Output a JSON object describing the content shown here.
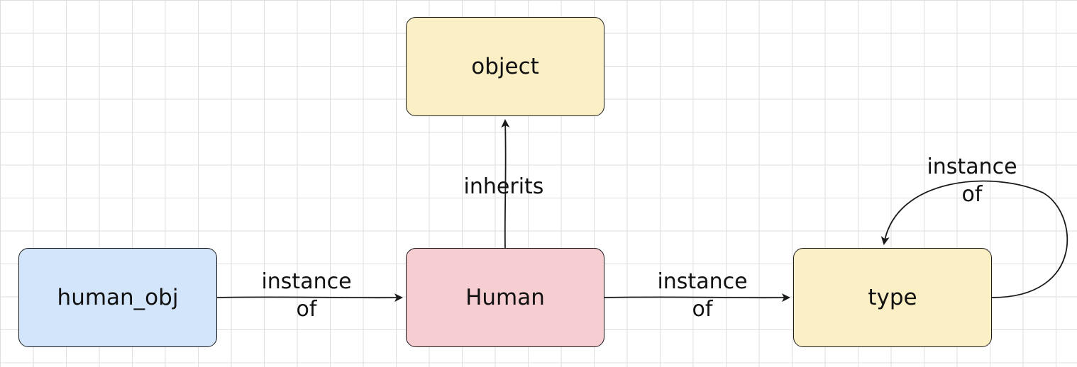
{
  "colors": {
    "object_fill": "#fbefc5",
    "human_obj_fill": "#d3e5fb",
    "human_fill": "#f6cdd1",
    "type_fill": "#fbefc5",
    "stroke": "#1a1a1a",
    "grid": "#dedede"
  },
  "nodes": {
    "object": "object",
    "human_obj": "human_obj",
    "human": "Human",
    "type": "type"
  },
  "edges": {
    "human_to_object": {
      "label": "inherits"
    },
    "human_obj_to_human": {
      "label_line1": "instance",
      "label_line2": "of"
    },
    "human_to_type": {
      "label_line1": "instance",
      "label_line2": "of"
    },
    "type_to_type": {
      "label_line1": "instance",
      "label_line2": "of"
    }
  }
}
